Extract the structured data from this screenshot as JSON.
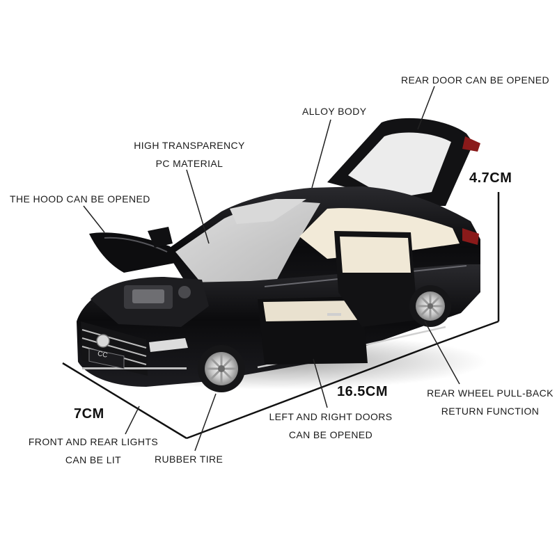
{
  "labels": {
    "rear_door": "REAR DOOR CAN BE OPENED",
    "alloy_body": "ALLOY BODY",
    "pc_material_line1": "HIGH TRANSPARENCY",
    "pc_material_line2": "PC MATERIAL",
    "hood": "THE HOOD CAN BE OPENED",
    "rear_wheel_line1": "REAR WHEEL PULL-BACK",
    "rear_wheel_line2": "RETURN FUNCTION",
    "doors_line1": "LEFT AND RIGHT DOORS",
    "doors_line2": "CAN BE OPENED",
    "lights_line1": "FRONT AND REAR LIGHTS",
    "lights_line2": "CAN BE LIT",
    "tire": "RUBBER TIRE"
  },
  "dimensions": {
    "height": "4.7CM",
    "length": "16.5CM",
    "width": "7CM"
  },
  "badge": "CC",
  "colors": {
    "car_body": "#0b0b0d",
    "interior": "#efe6d4",
    "dimension_line": "#111111",
    "leader_line": "#222222"
  }
}
